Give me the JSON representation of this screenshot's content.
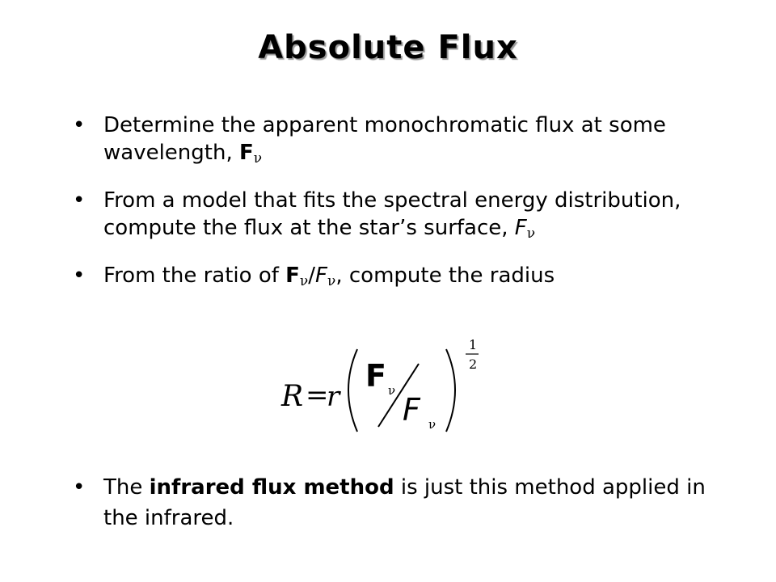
{
  "slide": {
    "title": "Absolute Flux",
    "bullet1": {
      "text": "Determine the apparent monochromatic flux at some wavelength, ",
      "symbol": "F",
      "subscript": "ν"
    },
    "bullet2": {
      "text": "From a model that fits the spectral energy distribution, compute the flux at the star’s surface, ",
      "symbol": "F",
      "subscript": "ν"
    },
    "bullet3": {
      "prefix": "From the ratio of ",
      "symbol_apparent": "F",
      "subscript_1": "ν",
      "slash": "/",
      "symbol_surface": "F",
      "subscript_2": "ν",
      "suffix": ", compute the radius"
    },
    "equation": {
      "lhs": "R",
      "equals": "=",
      "factor": "r",
      "numerator": "F",
      "numerator_sub": "ν",
      "denominator": "F",
      "denominator_sub": "ν",
      "exp_num": "1",
      "exp_den": "2"
    },
    "bullet4": {
      "prefix": "The ",
      "emphasis": "infrared flux method",
      "suffix": " is just this method applied in the infrared."
    }
  }
}
